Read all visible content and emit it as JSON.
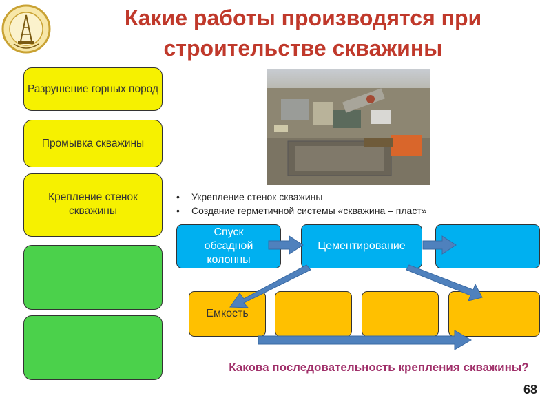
{
  "title_line1": "Какие работы производятся при",
  "title_line2": "строительстве скважины",
  "left_boxes": [
    {
      "label": "Разрушение горных пород"
    },
    {
      "label": "Промывка скважины"
    },
    {
      "label": "Крепление стенок скважины"
    }
  ],
  "bullets": [
    "Укрепление стенок скважины",
    "Создание герметичной системы «скважина – пласт»"
  ],
  "flow": {
    "step1": "Спуск обсадной колонны",
    "step2": "Цементирование",
    "step3": ""
  },
  "sub_steps": [
    "Емкость",
    "",
    "",
    ""
  ],
  "question": "Какова последовательность крепления скважины?",
  "page_number": "68",
  "colors": {
    "title": "#c0392b",
    "yellow": "#f6f100",
    "green": "#4bd14b",
    "blue": "#00b0f0",
    "orange": "#ffc000",
    "arrow": "#4f81bd",
    "question": "#a0306a"
  }
}
